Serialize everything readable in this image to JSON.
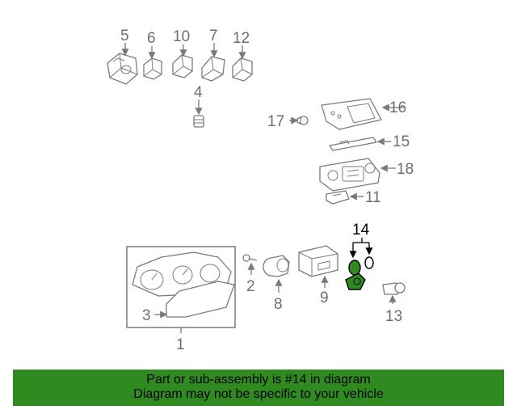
{
  "callouts": {
    "c1": "1",
    "c2": "2",
    "c3": "3",
    "c4": "4",
    "c5": "5",
    "c6": "6",
    "c7": "7",
    "c8": "8",
    "c9": "9",
    "c10": "10",
    "c11": "11",
    "c12": "12",
    "c13": "13",
    "c14": "14",
    "c15": "15",
    "c16": "16",
    "c17": "17",
    "c18": "18"
  },
  "highlight": {
    "part": "14",
    "color": "#2f8a1f"
  },
  "banner": {
    "line1": "Part or sub-assembly is #14 in diagram",
    "line2": "Diagram may not be specific to your vehicle",
    "color": "#2f8a1f"
  }
}
